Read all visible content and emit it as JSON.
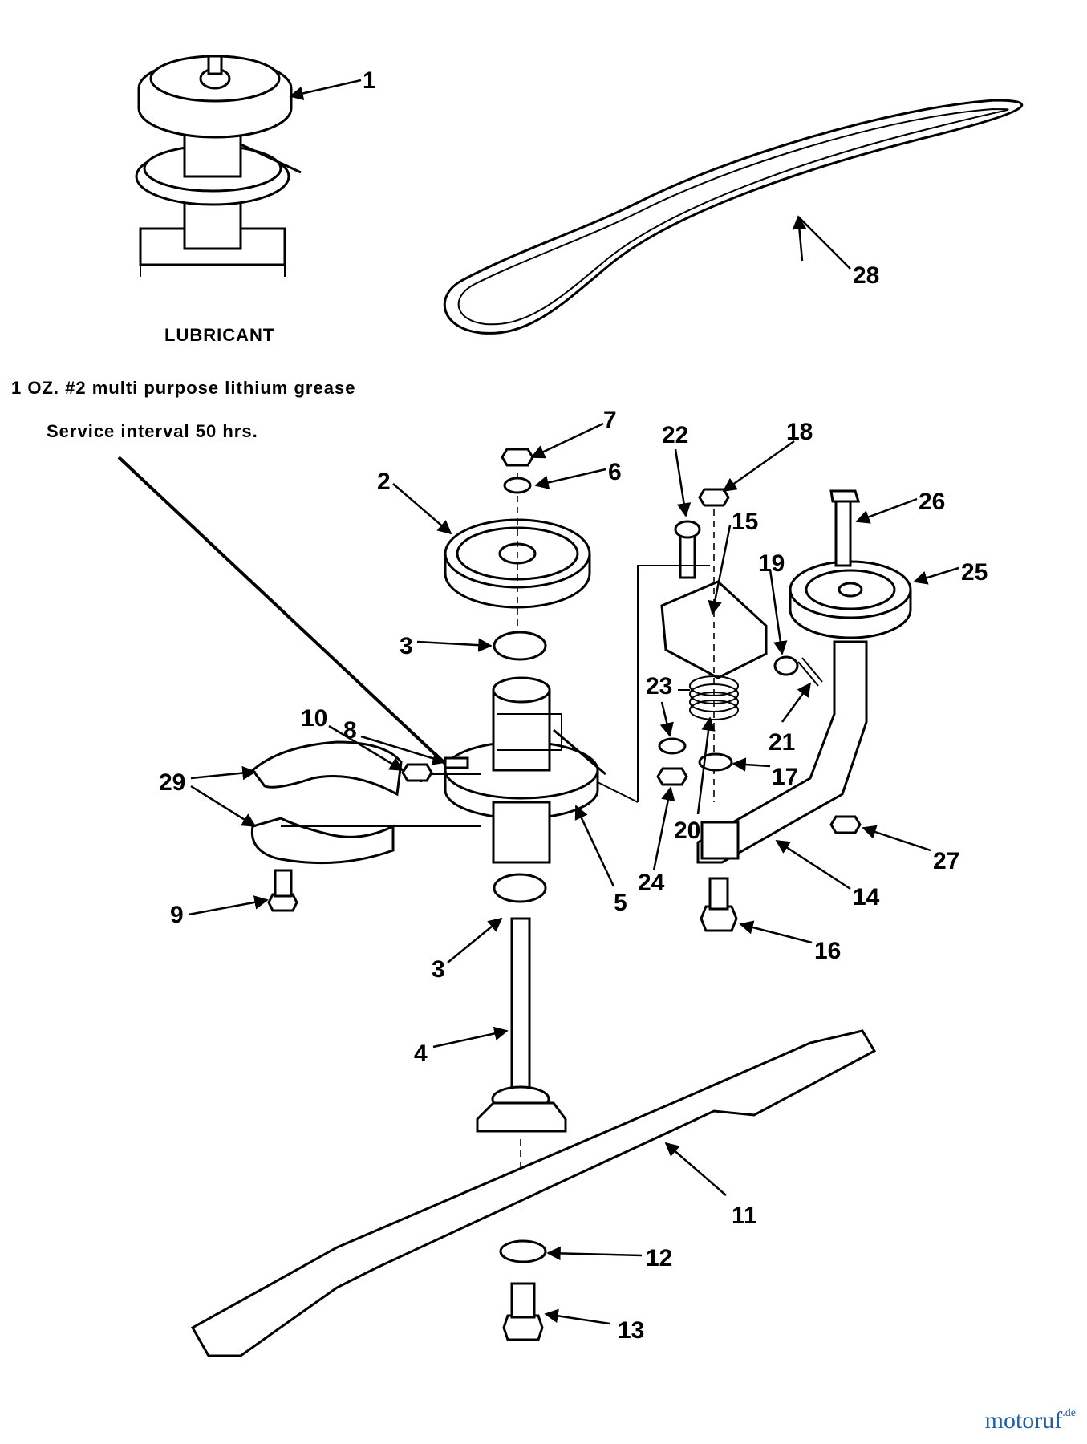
{
  "lubricant": {
    "title": "LUBRICANT",
    "line1": "1 OZ. #2 multi purpose lithium grease",
    "line2": "Service interval 50 hrs."
  },
  "watermark": {
    "main": "motoruf",
    "ext": ".de"
  },
  "callouts": [
    "1",
    "2",
    "3",
    "3",
    "4",
    "5",
    "6",
    "7",
    "8",
    "9",
    "10",
    "11",
    "12",
    "13",
    "14",
    "15",
    "16",
    "17",
    "18",
    "19",
    "20",
    "21",
    "22",
    "23",
    "24",
    "25",
    "26",
    "27",
    "28",
    "29"
  ]
}
